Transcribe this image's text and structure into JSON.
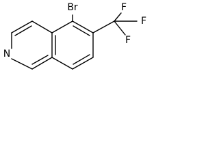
{
  "molecule": {
    "atoms": {
      "br": "Br",
      "n": "N",
      "f1": "F",
      "f2": "F",
      "f3": "F"
    }
  }
}
